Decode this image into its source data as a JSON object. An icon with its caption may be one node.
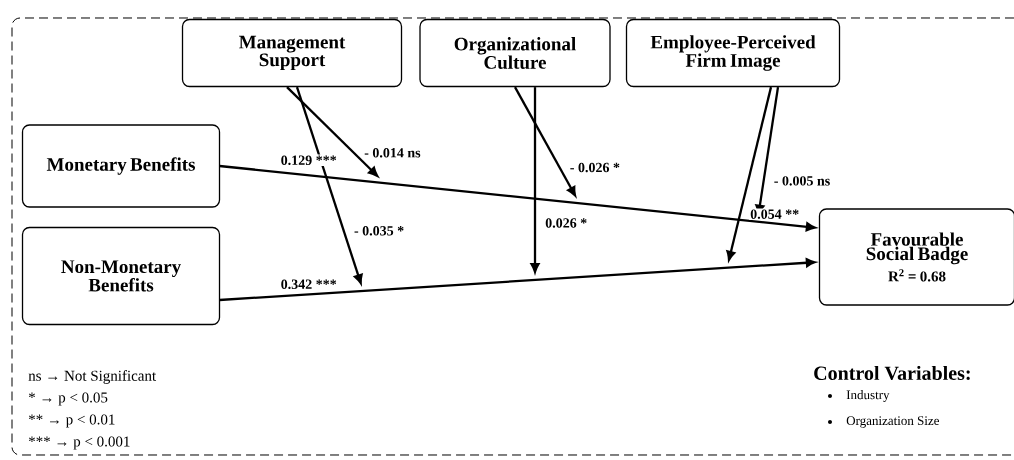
{
  "diagram": {
    "nodes": [
      {
        "text": [
          "Management Support"
        ]
      },
      {
        "text": [
          "Organizational Culture"
        ]
      },
      {
        "text": [
          "Employee-Perceived Firm Image"
        ]
      },
      {
        "text": [
          "Monetary Benefits"
        ]
      },
      {
        "text": [
          "Non-Monetary Benefits"
        ]
      },
      {
        "text": [
          "Favourable Social Badge",
          "R$^{2}$ = 0.68"
        ]
      }
    ],
    "edges": [
      {
        "from": 3,
        "to": 5,
        "arrow": "to",
        "label": "0.129 ***"
      },
      {
        "from": 4,
        "to": 5,
        "arrow": "to",
        "label": "0.342 ***"
      },
      {
        "from": 0,
        "to": null,
        "arrow": "to",
        "label": "- 0.014 ns"
      },
      {
        "from": 0,
        "to": null,
        "arrow": "to",
        "label": "- 0.035 *"
      },
      {
        "from": 1,
        "to": null,
        "arrow": "to",
        "label": "- 0.026 *"
      },
      {
        "from": 1,
        "to": null,
        "arrow": "to",
        "label": "0.026 *"
      },
      {
        "from": 2,
        "to": null,
        "arrow": "to",
        "label": "- 0.005 ns"
      },
      {
        "from": 2,
        "to": null,
        "arrow": "to",
        "label": "0.054 **"
      }
    ],
    "labels": [
      "ns → Not Significant",
      "* → p < 0.05",
      "** → p < 0.01",
      "*** → p < 0.001",
      "Control Variables:",
      "Industry",
      "Organization Size"
    ]
  }
}
